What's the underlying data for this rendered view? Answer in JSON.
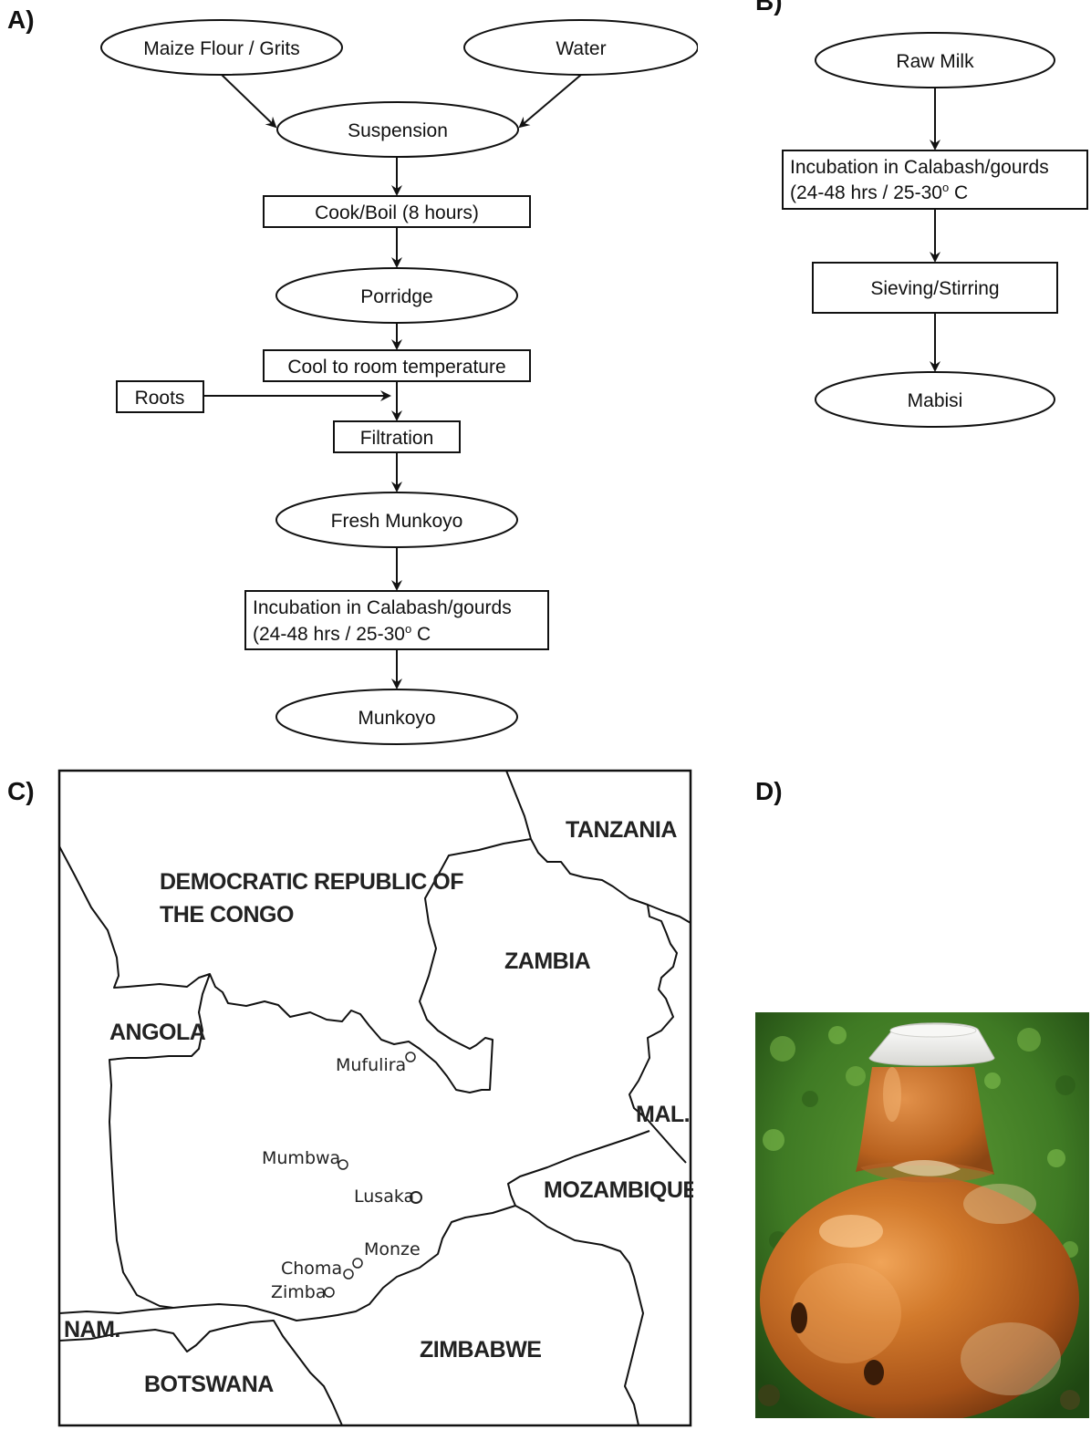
{
  "panels": {
    "a": "A)",
    "b": "B)",
    "c": "C)",
    "d": "D)"
  },
  "flow_a": {
    "maize": "Maize Flour / Grits",
    "water": "Water",
    "suspension": "Suspension",
    "cook": "Cook/Boil (8 hours)",
    "porridge": "Porridge",
    "cool": "Cool to room temperature",
    "roots": "Roots",
    "filtration": "Filtration",
    "fresh": "Fresh Munkoyo",
    "incubation_line1": "Incubation in Calabash/gourds",
    "incubation_line2_a": "(24-48 hrs / 25-30",
    "incubation_deg": "o",
    "incubation_line2_b": " C",
    "munkoyo": "Munkoyo"
  },
  "flow_b": {
    "raw_milk": "Raw Milk",
    "incubation_line1": "Incubation in Calabash/gourds",
    "incubation_line2_a": "(24-48 hrs / 25-30",
    "incubation_deg": "o",
    "incubation_line2_b": " C",
    "sieving": "Sieving/Stirring",
    "mabisi": "Mabisi"
  },
  "map": {
    "countries": {
      "tanzania": "TANZANIA",
      "drc_line1": "DEMOCRATIC REPUBLIC OF",
      "drc_line2": "THE CONGO",
      "zambia": "ZAMBIA",
      "angola": "ANGOLA",
      "malawi": "MAL.",
      "mozambique": "MOZAMBIQUE",
      "namibia": "NAM.",
      "zimbabwe": "ZIMBABWE",
      "botswana": "BOTSWANA"
    },
    "cities": {
      "mufulira": "Mufulira",
      "mumbwa": "Mumbwa",
      "lusaka": "Lusaka",
      "monze": "Monze",
      "choma": "Choma",
      "zimba": "Zimba"
    }
  },
  "colors": {
    "gourd": "#c4691f",
    "gourd_highlight": "#e89a4e",
    "grass": "#3f7a24",
    "cap": "#f4f4f2"
  }
}
